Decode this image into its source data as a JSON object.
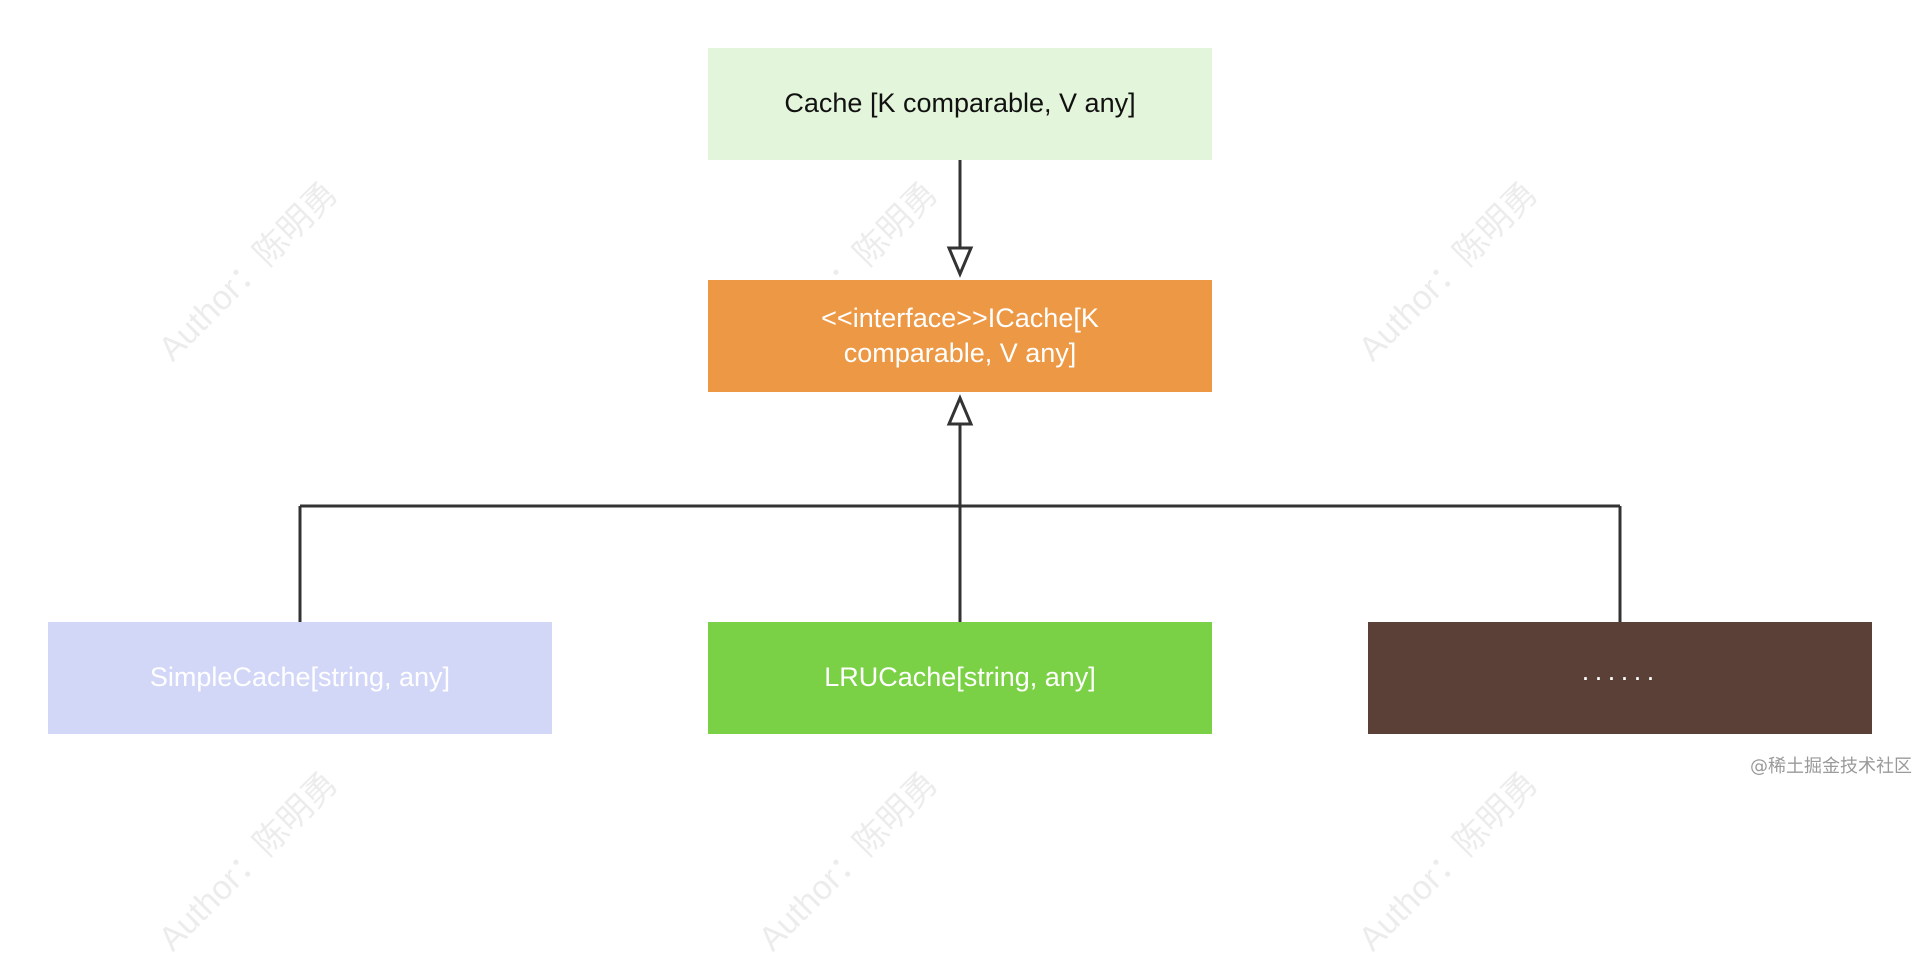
{
  "diagram": {
    "nodes": {
      "cache": {
        "label": "Cache [K comparable, V any]",
        "fill": "#e3f5da"
      },
      "icache": {
        "label": "<<interface>>ICache[K comparable, V any]",
        "fill": "#ec9844"
      },
      "simple": {
        "label": "SimpleCache[string, any]",
        "fill": "#d3d7f7"
      },
      "lru": {
        "label": "LRUCache[string, any]",
        "fill": "#7bd145"
      },
      "more": {
        "label": "······",
        "fill": "#5b4037"
      }
    },
    "edges": [
      {
        "from": "cache",
        "to": "icache",
        "type": "realization"
      },
      {
        "from": "simple",
        "to": "icache",
        "type": "inheritance"
      },
      {
        "from": "lru",
        "to": "icache",
        "type": "inheritance"
      },
      {
        "from": "more",
        "to": "icache",
        "type": "inheritance"
      }
    ]
  },
  "watermark": "Author：陈明勇",
  "credit": "@稀土掘金技术社区"
}
